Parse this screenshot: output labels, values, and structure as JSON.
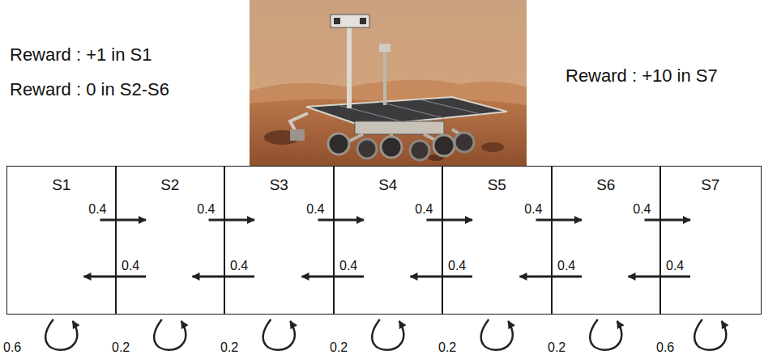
{
  "diagram": {
    "nodes": [
      {
        "text": [
          "S1"
        ]
      },
      {
        "text": [
          "S2"
        ]
      },
      {
        "text": [
          "S3"
        ]
      },
      {
        "text": [
          "S4"
        ]
      },
      {
        "text": [
          "S5"
        ]
      },
      {
        "text": [
          "S6"
        ]
      },
      {
        "text": [
          "S7"
        ]
      }
    ],
    "edges": [
      {
        "from": 0,
        "to": 1,
        "arrow": "to",
        "label": "0.4"
      },
      {
        "from": 1,
        "to": 0,
        "arrow": "to",
        "label": "0.4"
      },
      {
        "from": 1,
        "to": 2,
        "arrow": "to",
        "label": "0.4"
      },
      {
        "from": 2,
        "to": 1,
        "arrow": "to",
        "label": "0.4"
      },
      {
        "from": 2,
        "to": 3,
        "arrow": "to",
        "label": "0.4"
      },
      {
        "from": 3,
        "to": 2,
        "arrow": "to",
        "label": "0.4"
      },
      {
        "from": 3,
        "to": 4,
        "arrow": "to",
        "label": "0.4"
      },
      {
        "from": 4,
        "to": 3,
        "arrow": "to",
        "label": "0.4"
      },
      {
        "from": 4,
        "to": 5,
        "arrow": "to",
        "label": "0.4"
      },
      {
        "from": 5,
        "to": 4,
        "arrow": "to",
        "label": "0.4"
      },
      {
        "from": 5,
        "to": 6,
        "arrow": "to",
        "label": "0.4"
      },
      {
        "from": 6,
        "to": 5,
        "arrow": "to",
        "label": "0.4"
      },
      {
        "from": 0,
        "to": 0,
        "arrow": "to",
        "label": "0.6"
      },
      {
        "from": 1,
        "to": 1,
        "arrow": "to",
        "label": "0.2"
      },
      {
        "from": 2,
        "to": 2,
        "arrow": "to",
        "label": "0.2"
      },
      {
        "from": 3,
        "to": 3,
        "arrow": "to",
        "label": "0.2"
      },
      {
        "from": 4,
        "to": 4,
        "arrow": "to",
        "label": "0.2"
      },
      {
        "from": 5,
        "to": 5,
        "arrow": "to",
        "label": "0.2"
      },
      {
        "from": 6,
        "to": 6,
        "arrow": "to",
        "label": "0.6"
      }
    ],
    "labels": [
      "Reward : +1 in S1",
      "Reward : 0 in S2-S6",
      "Reward : +10 in S7"
    ]
  }
}
